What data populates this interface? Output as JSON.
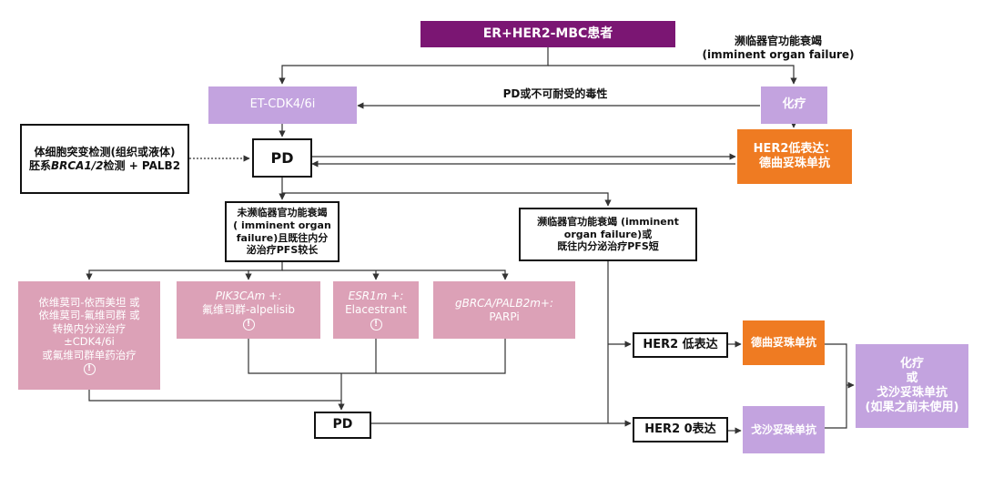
{
  "nodes": {
    "top": "ER+HER2-MBC患者",
    "et": "ET-CDK4/6i",
    "chemo": "化疗",
    "germline_line1": "体细胞突变检测(组织或液体)",
    "germline_line2_pre": "胚系",
    "germline_line2_ital": "BRCA1/2",
    "germline_line2_post": "检测 + PALB2",
    "pd1": "PD",
    "her2low_top_line1": "HER2低表达：",
    "her2low_top_line2": "德曲妥珠单抗",
    "no_failure_line1": "未濒临器官功能衰竭",
    "no_failure_line2": "( imminent organ",
    "no_failure_line3": "failure)且既往内分",
    "no_failure_line4": "泌治疗PFS较长",
    "failure_line1": "濒临器官功能衰竭 (imminent",
    "failure_line2": "organ failure)或",
    "failure_line3": "既往内分泌治疗PFS短",
    "pink1_line1": "依维莫司-依西美坦 或",
    "pink1_line2": "依维莫司-氟维司群 或",
    "pink1_line3": "转换内分泌治疗",
    "pink1_line4": "±CDK4/6i",
    "pink1_line5": "或氟维司群单药治疗",
    "pink2_line1": "PIK3CAm +:",
    "pink2_line2": "氟维司群-alpelisib",
    "pink3_line1": "ESR1m +:",
    "pink3_line2": "Elacestrant",
    "pink4_line1": "gBRCA/PALB2m+:",
    "pink4_line2": "PARPi",
    "info_glyph": "!",
    "pd2": "PD",
    "her2low": "HER2 低表达",
    "her2zero": "HER2 0表达",
    "tdxd": "德曲妥珠单抗",
    "dato": "戈沙妥珠单抗",
    "final_line1": "化疗",
    "final_line2": "或",
    "final_line3": "戈沙妥珠单抗",
    "final_line4": "(如果之前未使用)"
  },
  "labels": {
    "imminent_line1": "濒临器官功能衰竭",
    "imminent_line2": "(imminent organ failure)",
    "pd_toxicity": "PD或不可耐受的毒性"
  },
  "colors": {
    "dark_purple": "#7b1673",
    "lavender": "#c3a3df",
    "orange": "#ef7b22",
    "pink": "#dca1b7"
  }
}
